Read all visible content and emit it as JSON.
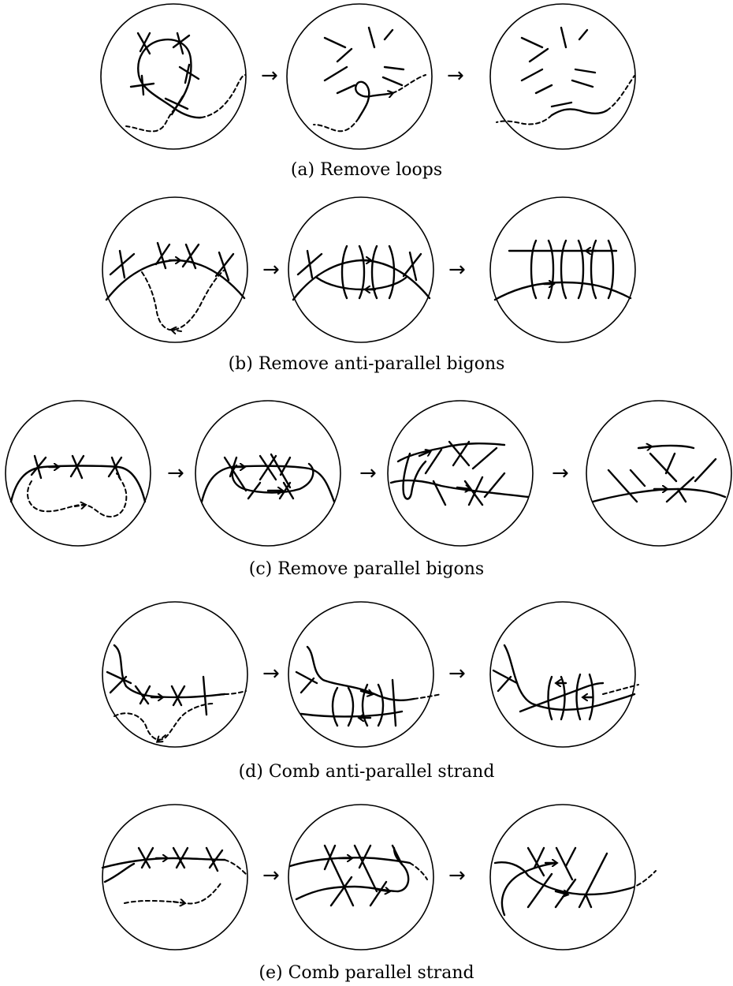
{
  "transition_symbol": "→",
  "figure_rows": [
    {
      "caption": "(a) Remove loops"
    },
    {
      "caption": "(b) Remove anti-parallel bigons"
    },
    {
      "caption": "(c) Remove parallel bigons"
    },
    {
      "caption": "(d) Comb anti-parallel strand"
    },
    {
      "caption": "(e) Comb parallel strand"
    }
  ]
}
